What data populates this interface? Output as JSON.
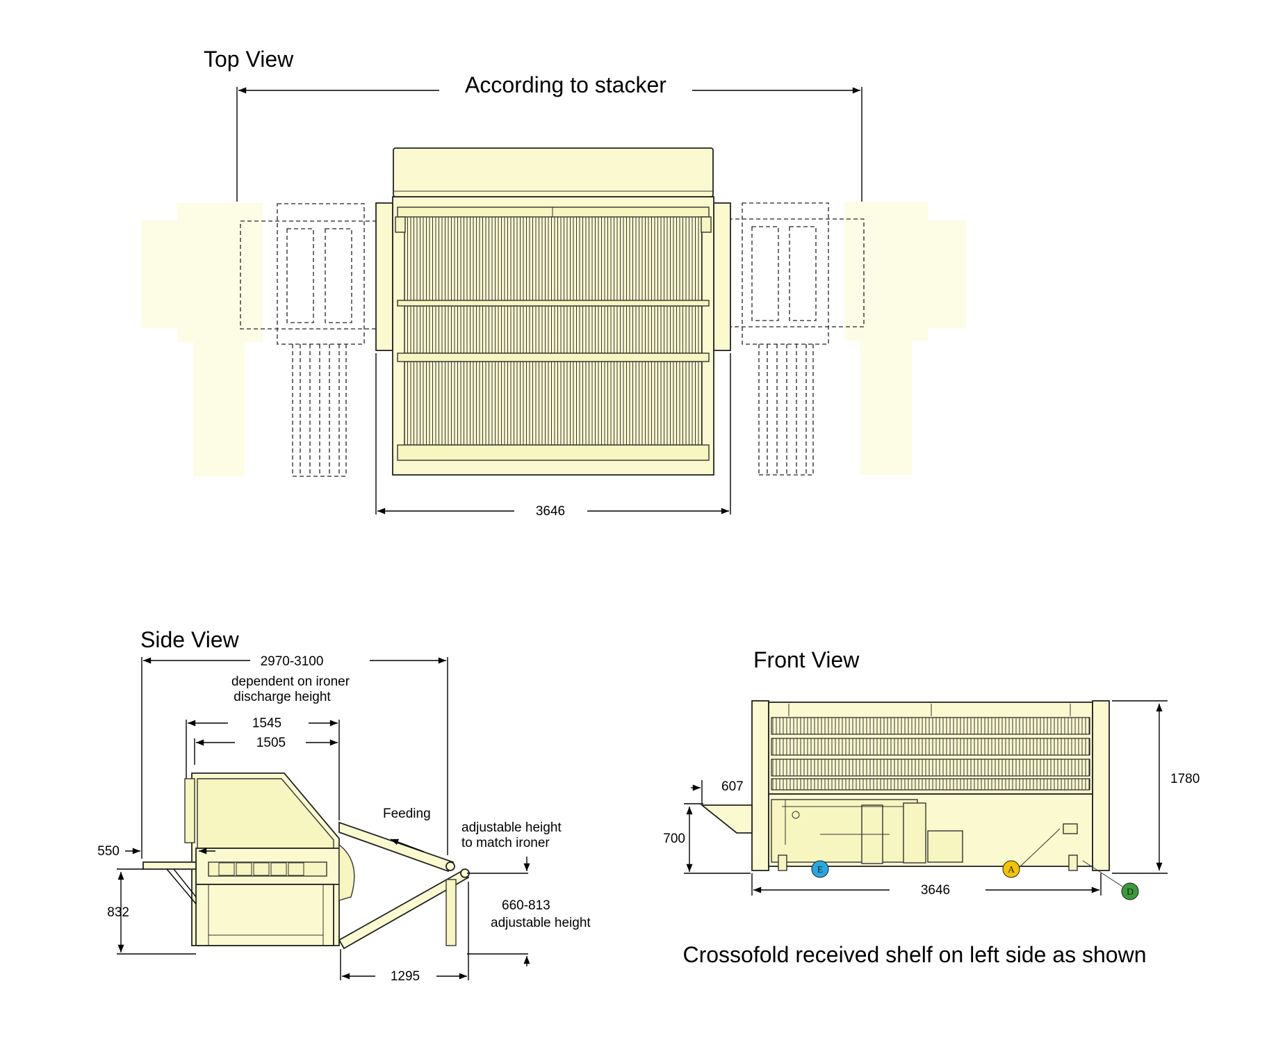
{
  "top_view": {
    "title": "Top View",
    "span_label": "According to stacker",
    "width_dim": "3646"
  },
  "side_view": {
    "title": "Side View",
    "overall_dim": "2970-3100",
    "overall_note_line1": "dependent on ironer",
    "overall_note_line2": "discharge height",
    "dim_1545": "1545",
    "dim_1505": "1505",
    "feeding_label": "Feeding",
    "adj_line1": "adjustable height",
    "adj_line2": "to match ironer",
    "dim_550": "550",
    "dim_832": "832",
    "range_dim": "660-813",
    "range_note": "adjustable height",
    "dim_1295": "1295"
  },
  "front_view": {
    "title": "Front View",
    "dim_607": "607",
    "dim_700": "700",
    "dim_1780": "1780",
    "width_dim": "3646",
    "markers": [
      {
        "letter": "E",
        "color": "#29a8e0"
      },
      {
        "letter": "A",
        "color": "#f5c400"
      },
      {
        "letter": "D",
        "color": "#3a9a3a"
      }
    ]
  },
  "caption": "Crossofold received shelf on left side as shown"
}
